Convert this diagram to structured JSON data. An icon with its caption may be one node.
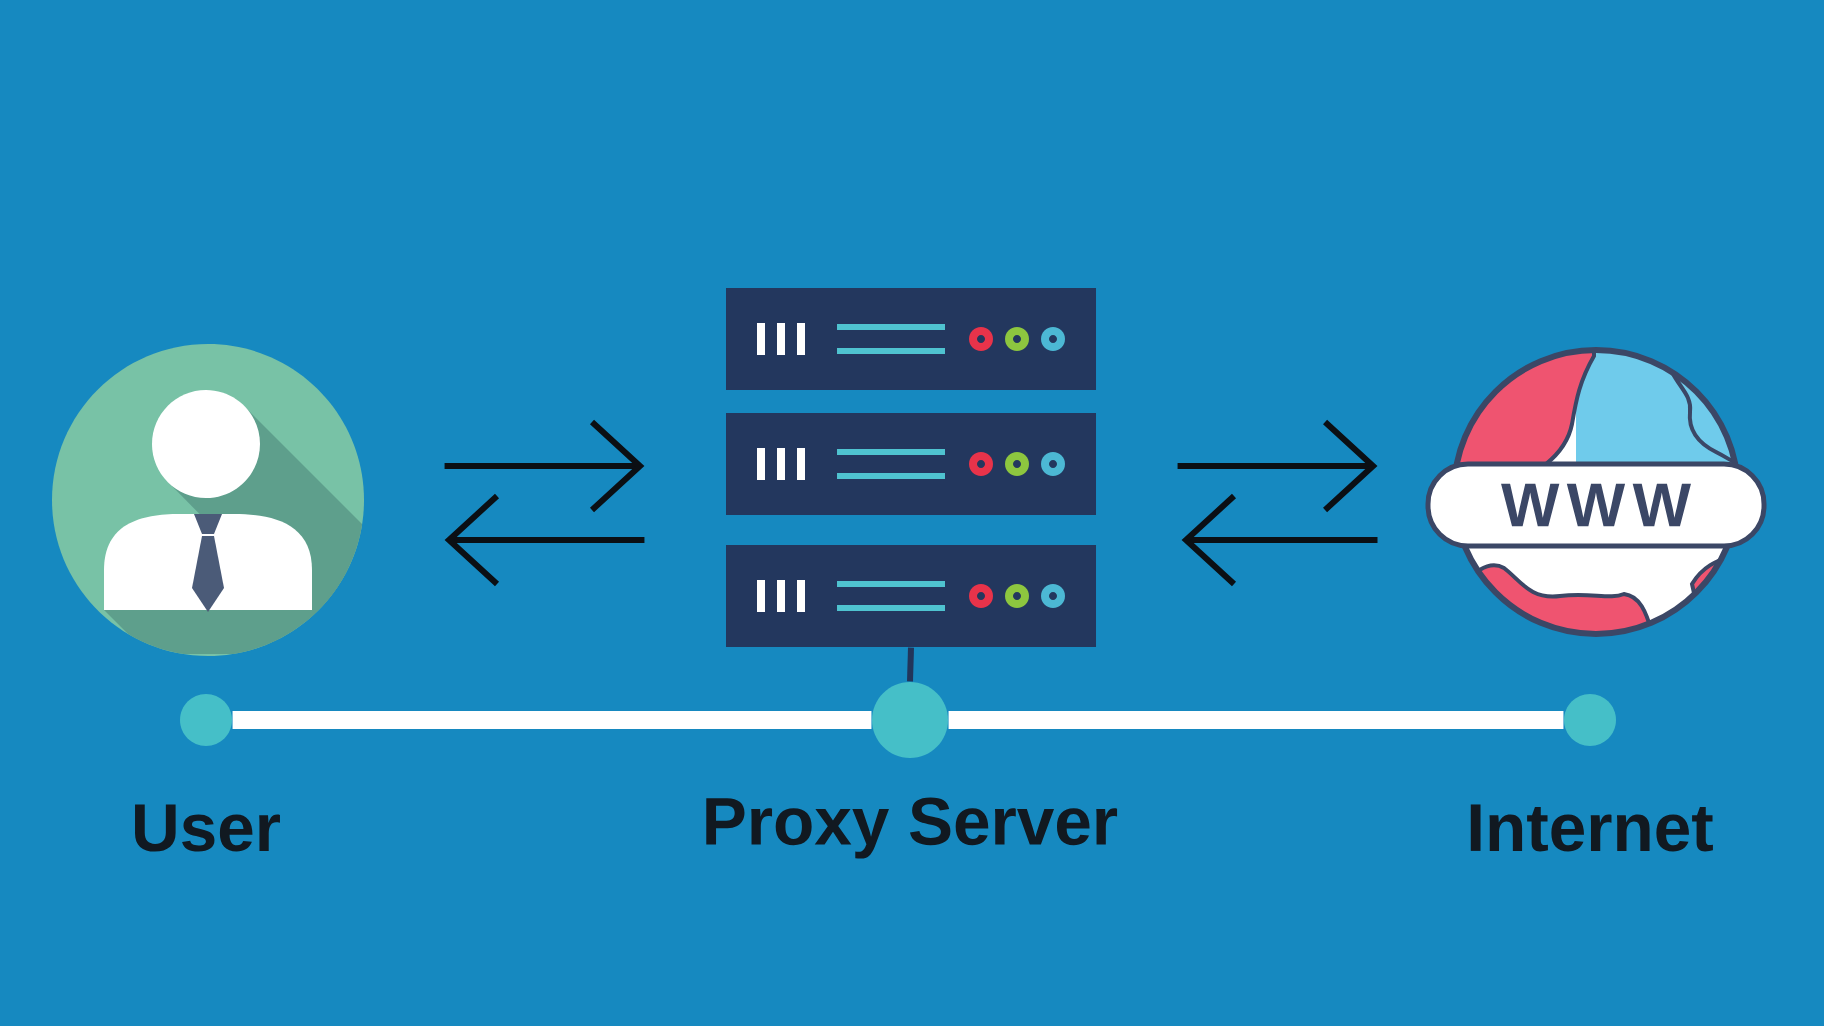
{
  "diagram": {
    "nodes": [
      {
        "text": [],
        "shape": "person"
      },
      {
        "text": [],
        "shape": "picture"
      },
      {
        "text": [
          "WWW"
        ]
      },
      {
        "text": [],
        "shape": "circle",
        "beside": [
          "User"
        ]
      },
      {
        "text": [],
        "shape": "circle",
        "beside": [
          "Proxy Server"
        ]
      },
      {
        "text": [],
        "shape": "circle",
        "beside": [
          "Internet"
        ]
      }
    ],
    "edges": [
      {
        "from": 0,
        "to": 1,
        "arrow": "to"
      },
      {
        "from": 1,
        "to": 0,
        "arrow": "to"
      },
      {
        "from": 1,
        "to": 2,
        "arrow": "to"
      },
      {
        "from": 2,
        "to": 1,
        "arrow": "to"
      },
      {
        "from": 3,
        "to": 4,
        "arrow": "none",
        "style": "thick",
        "color": "#ffffff"
      },
      {
        "from": 4,
        "to": 5,
        "arrow": "none",
        "style": "thick",
        "color": "#ffffff"
      },
      {
        "from": 1,
        "to": 4,
        "arrow": "none",
        "color": "#22355a"
      }
    ]
  }
}
